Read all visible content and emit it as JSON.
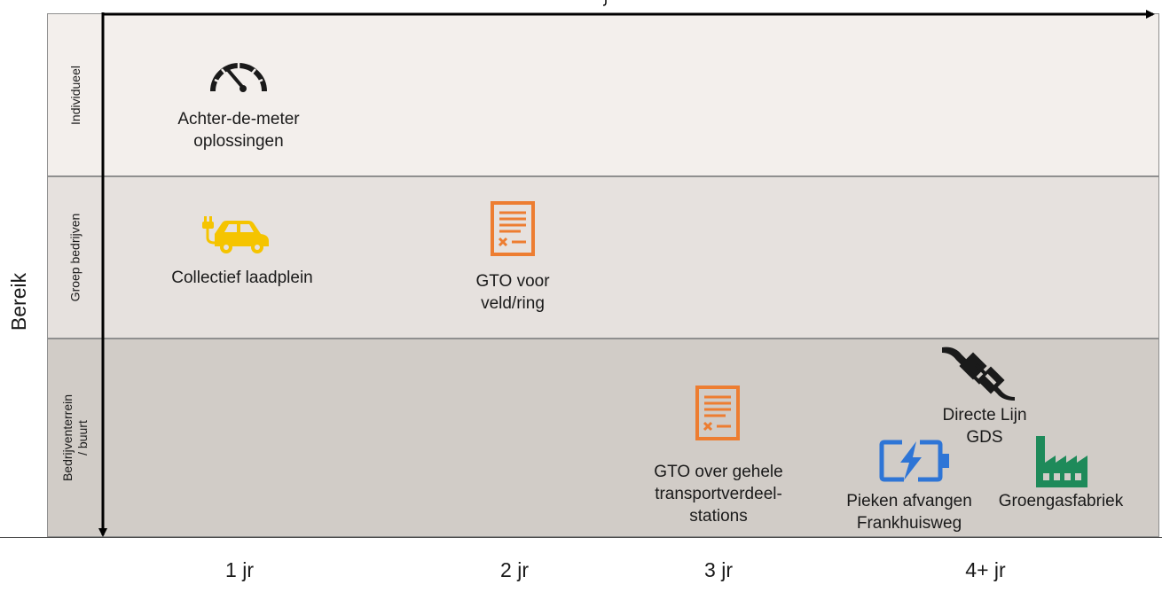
{
  "y_axis_label": "Bereik",
  "rows": [
    {
      "label": "Individueel"
    },
    {
      "label": "Groep bedrijven"
    },
    {
      "label": "Bedrijventerrein\n/ buurt"
    }
  ],
  "x_ticks": [
    "1 jr",
    "2 jr",
    "3 jr",
    "4+ jr"
  ],
  "items": [
    {
      "label": "Achter-de-meter\noplossingen",
      "icon": "speedometer-icon",
      "color": "#1a1a1a"
    },
    {
      "label": "Collectief laadplein",
      "icon": "electric-car-icon",
      "color": "#f5c400"
    },
    {
      "label": "GTO voor\nveld/ring",
      "icon": "document-icon",
      "color": "#ed7d31"
    },
    {
      "label": "GTO over gehele\ntransportverdeel-\nstations",
      "icon": "document-icon",
      "color": "#ed7d31"
    },
    {
      "label": "Directe Lijn\nGDS",
      "icon": "plug-icon",
      "color": "#1a1a1a"
    },
    {
      "label": "Pieken afvangen\nFrankhuisweg",
      "icon": "battery-charging-icon",
      "color": "#2e75d6"
    },
    {
      "label": "Groengasfabriek",
      "icon": "factory-icon",
      "color": "#1e8a5a"
    }
  ]
}
